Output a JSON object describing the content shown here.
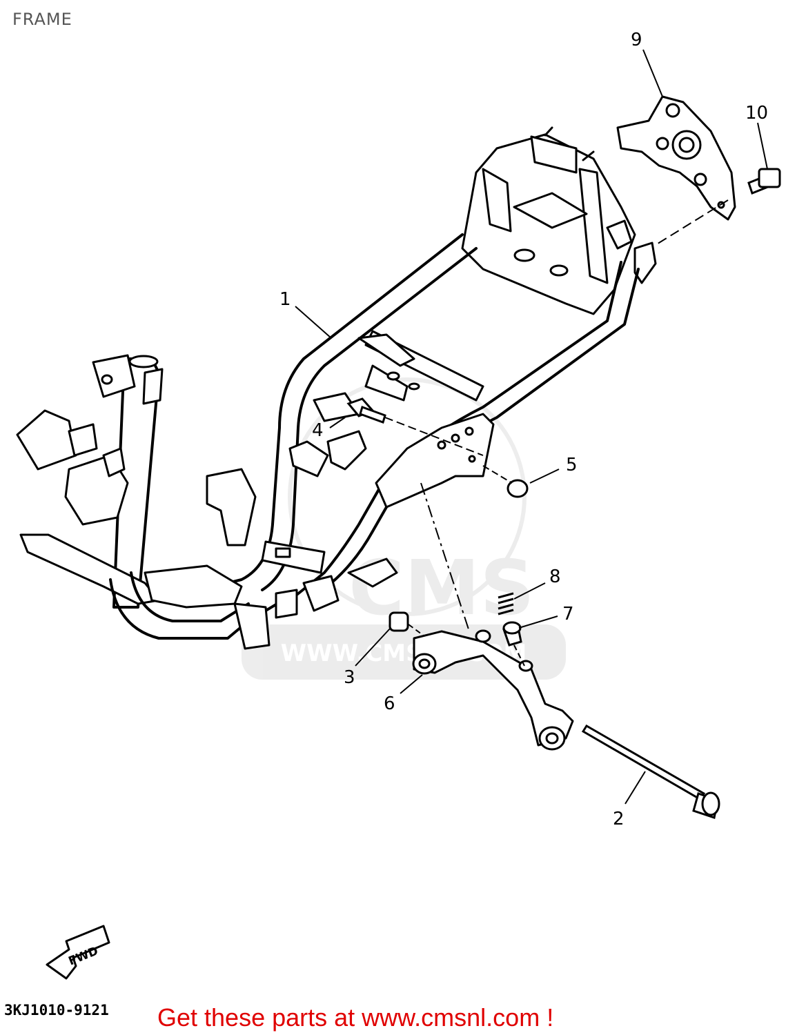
{
  "header": {
    "title": "FRAME"
  },
  "callouts": [
    {
      "id": "1",
      "label": "1"
    },
    {
      "id": "2",
      "label": "2"
    },
    {
      "id": "3",
      "label": "3"
    },
    {
      "id": "4",
      "label": "4"
    },
    {
      "id": "5",
      "label": "5"
    },
    {
      "id": "6",
      "label": "6"
    },
    {
      "id": "7",
      "label": "7"
    },
    {
      "id": "8",
      "label": "8"
    },
    {
      "id": "9",
      "label": "9"
    },
    {
      "id": "10",
      "label": "10"
    }
  ],
  "direction_arrow": {
    "label": "FWD"
  },
  "watermark": {
    "logo_text": "CMS",
    "url_text": "WWW.CMSNL.COM"
  },
  "footer": {
    "diagram_code": "3KJ1010-9121",
    "promo_text": "Get these parts at www.cmsnl.com !",
    "promo_color": "#e00000"
  }
}
